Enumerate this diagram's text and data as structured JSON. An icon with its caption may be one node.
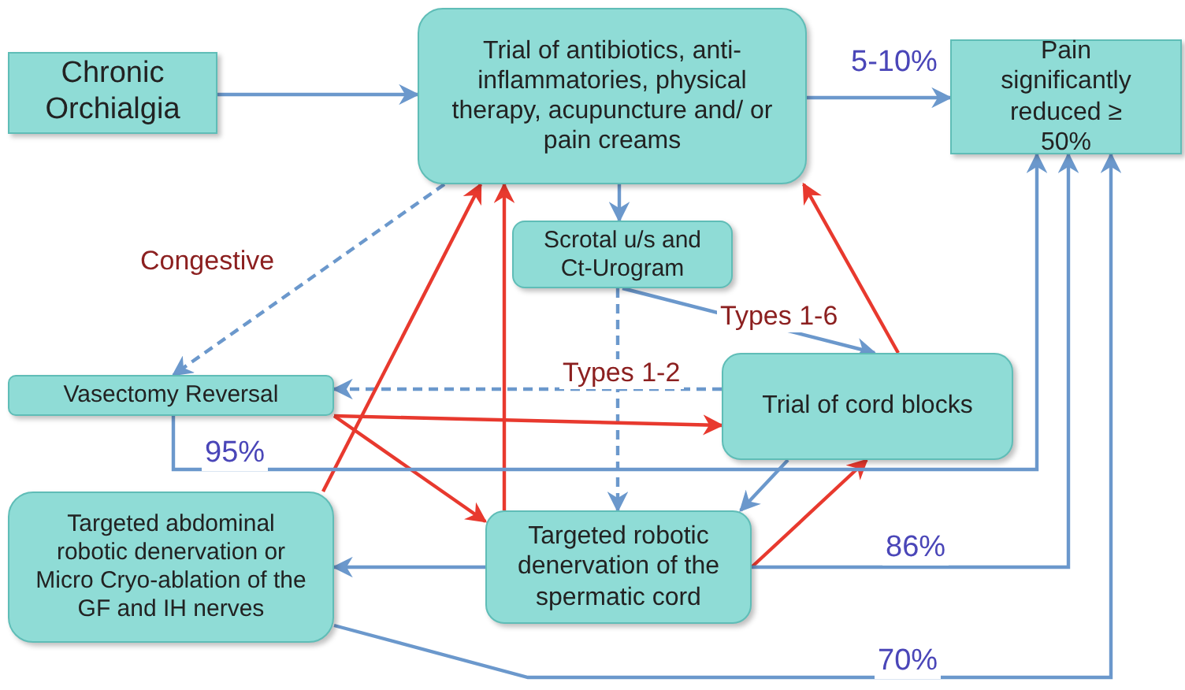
{
  "diagram": {
    "nodes": [
      {
        "text": [
          "Chronic Orchialgia"
        ]
      },
      {
        "text": [
          "Trial of antibiotics, anti-inflammatories, physical therapy, acupuncture and/ or pain creams"
        ]
      },
      {
        "text": [
          "Pain significantly reduced ≥ 50%"
        ]
      },
      {
        "text": [
          "Scrotal u/s and Ct-Urogram"
        ]
      },
      {
        "text": [
          "Vasectomy Reversal"
        ]
      },
      {
        "text": [
          "Trial of cord blocks"
        ]
      },
      {
        "text": [
          "Targeted abdominal robotic denervation or Micro Cryo-ablation of the GF and IH nerves"
        ]
      },
      {
        "text": [
          "Targeted robotic denervation of the spermatic cord"
        ]
      }
    ],
    "edges": [
      {
        "from": 0,
        "to": 1,
        "arrow": "to"
      },
      {
        "from": 1,
        "to": 2,
        "arrow": "to",
        "label": "5-10%"
      },
      {
        "from": 1,
        "to": 3,
        "arrow": "to"
      },
      {
        "from": 1,
        "to": 4,
        "arrow": "to",
        "style": "dashed",
        "label": "Congestive"
      },
      {
        "from": 3,
        "to": 5,
        "arrow": "to",
        "label": "Types 1-6"
      },
      {
        "from": 3,
        "to": 7,
        "arrow": "to",
        "style": "dashed",
        "label": "Types 1-2"
      },
      {
        "from": 5,
        "to": 4,
        "arrow": "to",
        "style": "dashed"
      },
      {
        "from": 4,
        "to": 5,
        "arrow": "to",
        "color": "#e8392e"
      },
      {
        "from": 4,
        "to": 7,
        "arrow": "to",
        "color": "#e8392e"
      },
      {
        "from": 6,
        "to": 1,
        "arrow": "to",
        "color": "#e8392e"
      },
      {
        "from": 7,
        "to": 1,
        "arrow": "to",
        "color": "#e8392e"
      },
      {
        "from": 5,
        "to": 1,
        "arrow": "to",
        "color": "#e8392e"
      },
      {
        "from": 5,
        "to": 7,
        "arrow": "to"
      },
      {
        "from": 7,
        "to": 5,
        "arrow": "to",
        "color": "#e8392e"
      },
      {
        "from": 7,
        "to": 6,
        "arrow": "to"
      },
      {
        "from": 7,
        "to": 2,
        "arrow": "to",
        "label": "86%"
      },
      {
        "from": 4,
        "to": 2,
        "arrow": "to",
        "label": "95%"
      },
      {
        "from": 6,
        "to": 2,
        "arrow": "to",
        "label": "70%"
      }
    ]
  }
}
